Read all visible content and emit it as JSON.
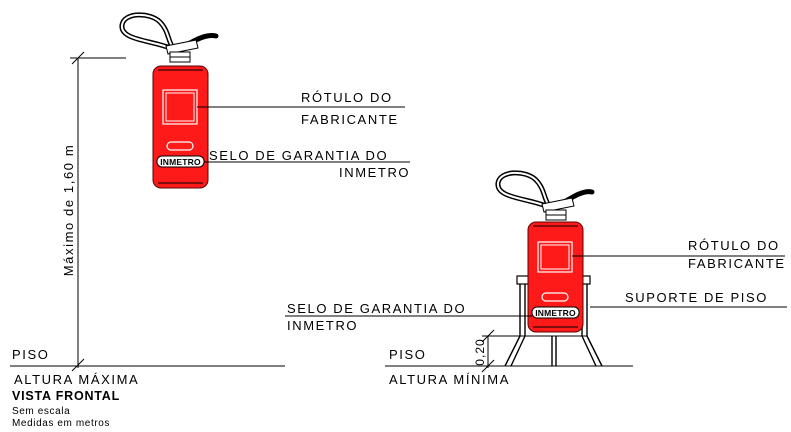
{
  "left_view": {
    "dimension_label": "Máximo de 1,60 m",
    "label_rotulo_line1": "RÓTULO DO",
    "label_rotulo_line2": "FABRICANTE",
    "label_selo_line1": "SELO DE GARANTIA DO",
    "label_selo_line2": "INMETRO",
    "badge_text": "INMETRO",
    "floor_label": "PISO",
    "height_label": "ALTURA MÁXIMA"
  },
  "right_view": {
    "label_rotulo_line1": "RÓTULO DO",
    "label_rotulo_line2": "FABRICANTE",
    "label_suporte": "SUPORTE DE PISO",
    "label_selo_line1": "SELO DE GARANTIA DO",
    "label_selo_line2": "INMETRO",
    "badge_text": "INMETRO",
    "dimension_label": "0,20",
    "floor_label": "PISO",
    "height_label": "ALTURA MÍNIMA"
  },
  "caption": {
    "title": "VISTA FRONTAL",
    "scale_note": "Sem escala",
    "units_note": "Medidas em metros"
  },
  "colors": {
    "extinguisher_red": "#ff1a1a",
    "line": "#000000"
  }
}
